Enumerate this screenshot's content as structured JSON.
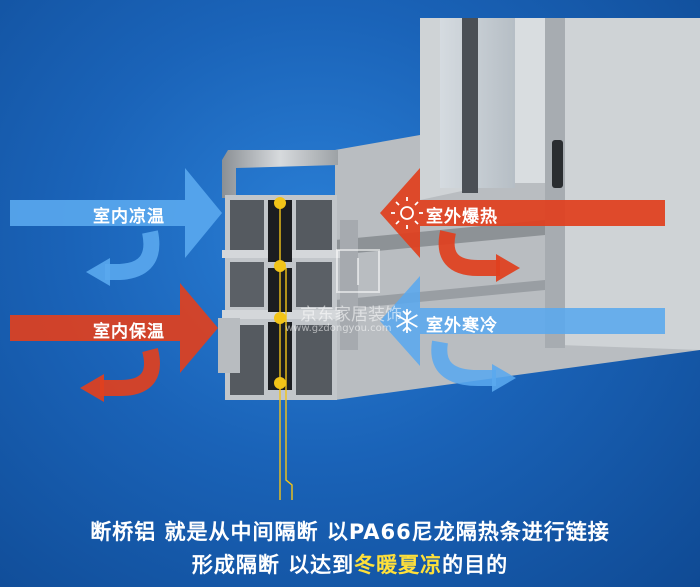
{
  "labels": {
    "indoor_cool": "室内凉温",
    "outdoor_heat": "室外爆热",
    "indoor_warm": "室内保温",
    "outdoor_cold": "室外寒冷"
  },
  "caption": {
    "line1": "断桥铝 就是从中间隔断 以PA66尼龙隔热条进行链接",
    "line2_prefix": "形成隔断 以达到",
    "line2_highlight": "冬暖夏凉",
    "line2_suffix": "的目的"
  },
  "watermark": {
    "name": "京东家居装饰",
    "url": "www.gzdongyou.com"
  },
  "colors": {
    "background": "#1a63b8",
    "cool_arrow": "#5aa8ee",
    "hot_arrow": "#e0401e",
    "highlight": "#ffe03a",
    "polyamide_strip": "#f2c418"
  },
  "icons": [
    "sun-icon",
    "snowflake-icon"
  ]
}
